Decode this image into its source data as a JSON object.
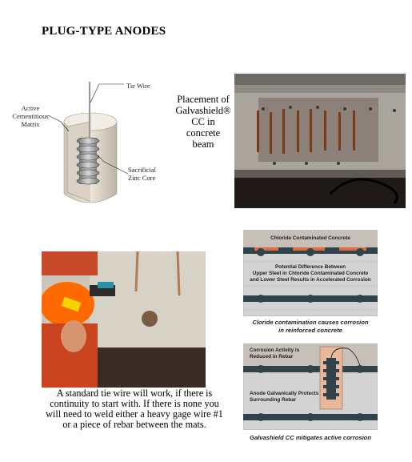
{
  "title": "PLUG-TYPE ANODES",
  "anode_diagram": {
    "label_tie_wire": "Tie Wire",
    "label_matrix": [
      "Active",
      "Cementitious",
      "Matrix"
    ],
    "label_core": [
      "Sacrificial",
      "Zinc Core"
    ]
  },
  "placement_caption": [
    "Placement of",
    "Galvashield®",
    "CC in",
    "concrete",
    "beam"
  ],
  "tie_wire_caption": "A standard tie wire will work, if there is continuity to start with. If there is none you will need to weld either a heavy gage wire #1 or a piece of rebar between the mats.",
  "corrosion_diagram": {
    "header": "Chloride Contaminated Concrete",
    "mid_text": [
      "Potential Difference Between",
      "Upper Steel in Chloride Contaminated Concrete",
      "and Lower Steel Results in Accelerated Corrosion"
    ],
    "caption": [
      "Cloride contamination causes corrosion",
      "in reinforced concrete"
    ]
  },
  "mitigation_diagram": {
    "top_text": [
      "Corrosion Activity is",
      "Reduced in Rebar"
    ],
    "mid_text": [
      "Anode Galvanically Protects",
      "Surrounding Rebar"
    ],
    "caption": "Galvashield CC mitigates active corrosion"
  }
}
